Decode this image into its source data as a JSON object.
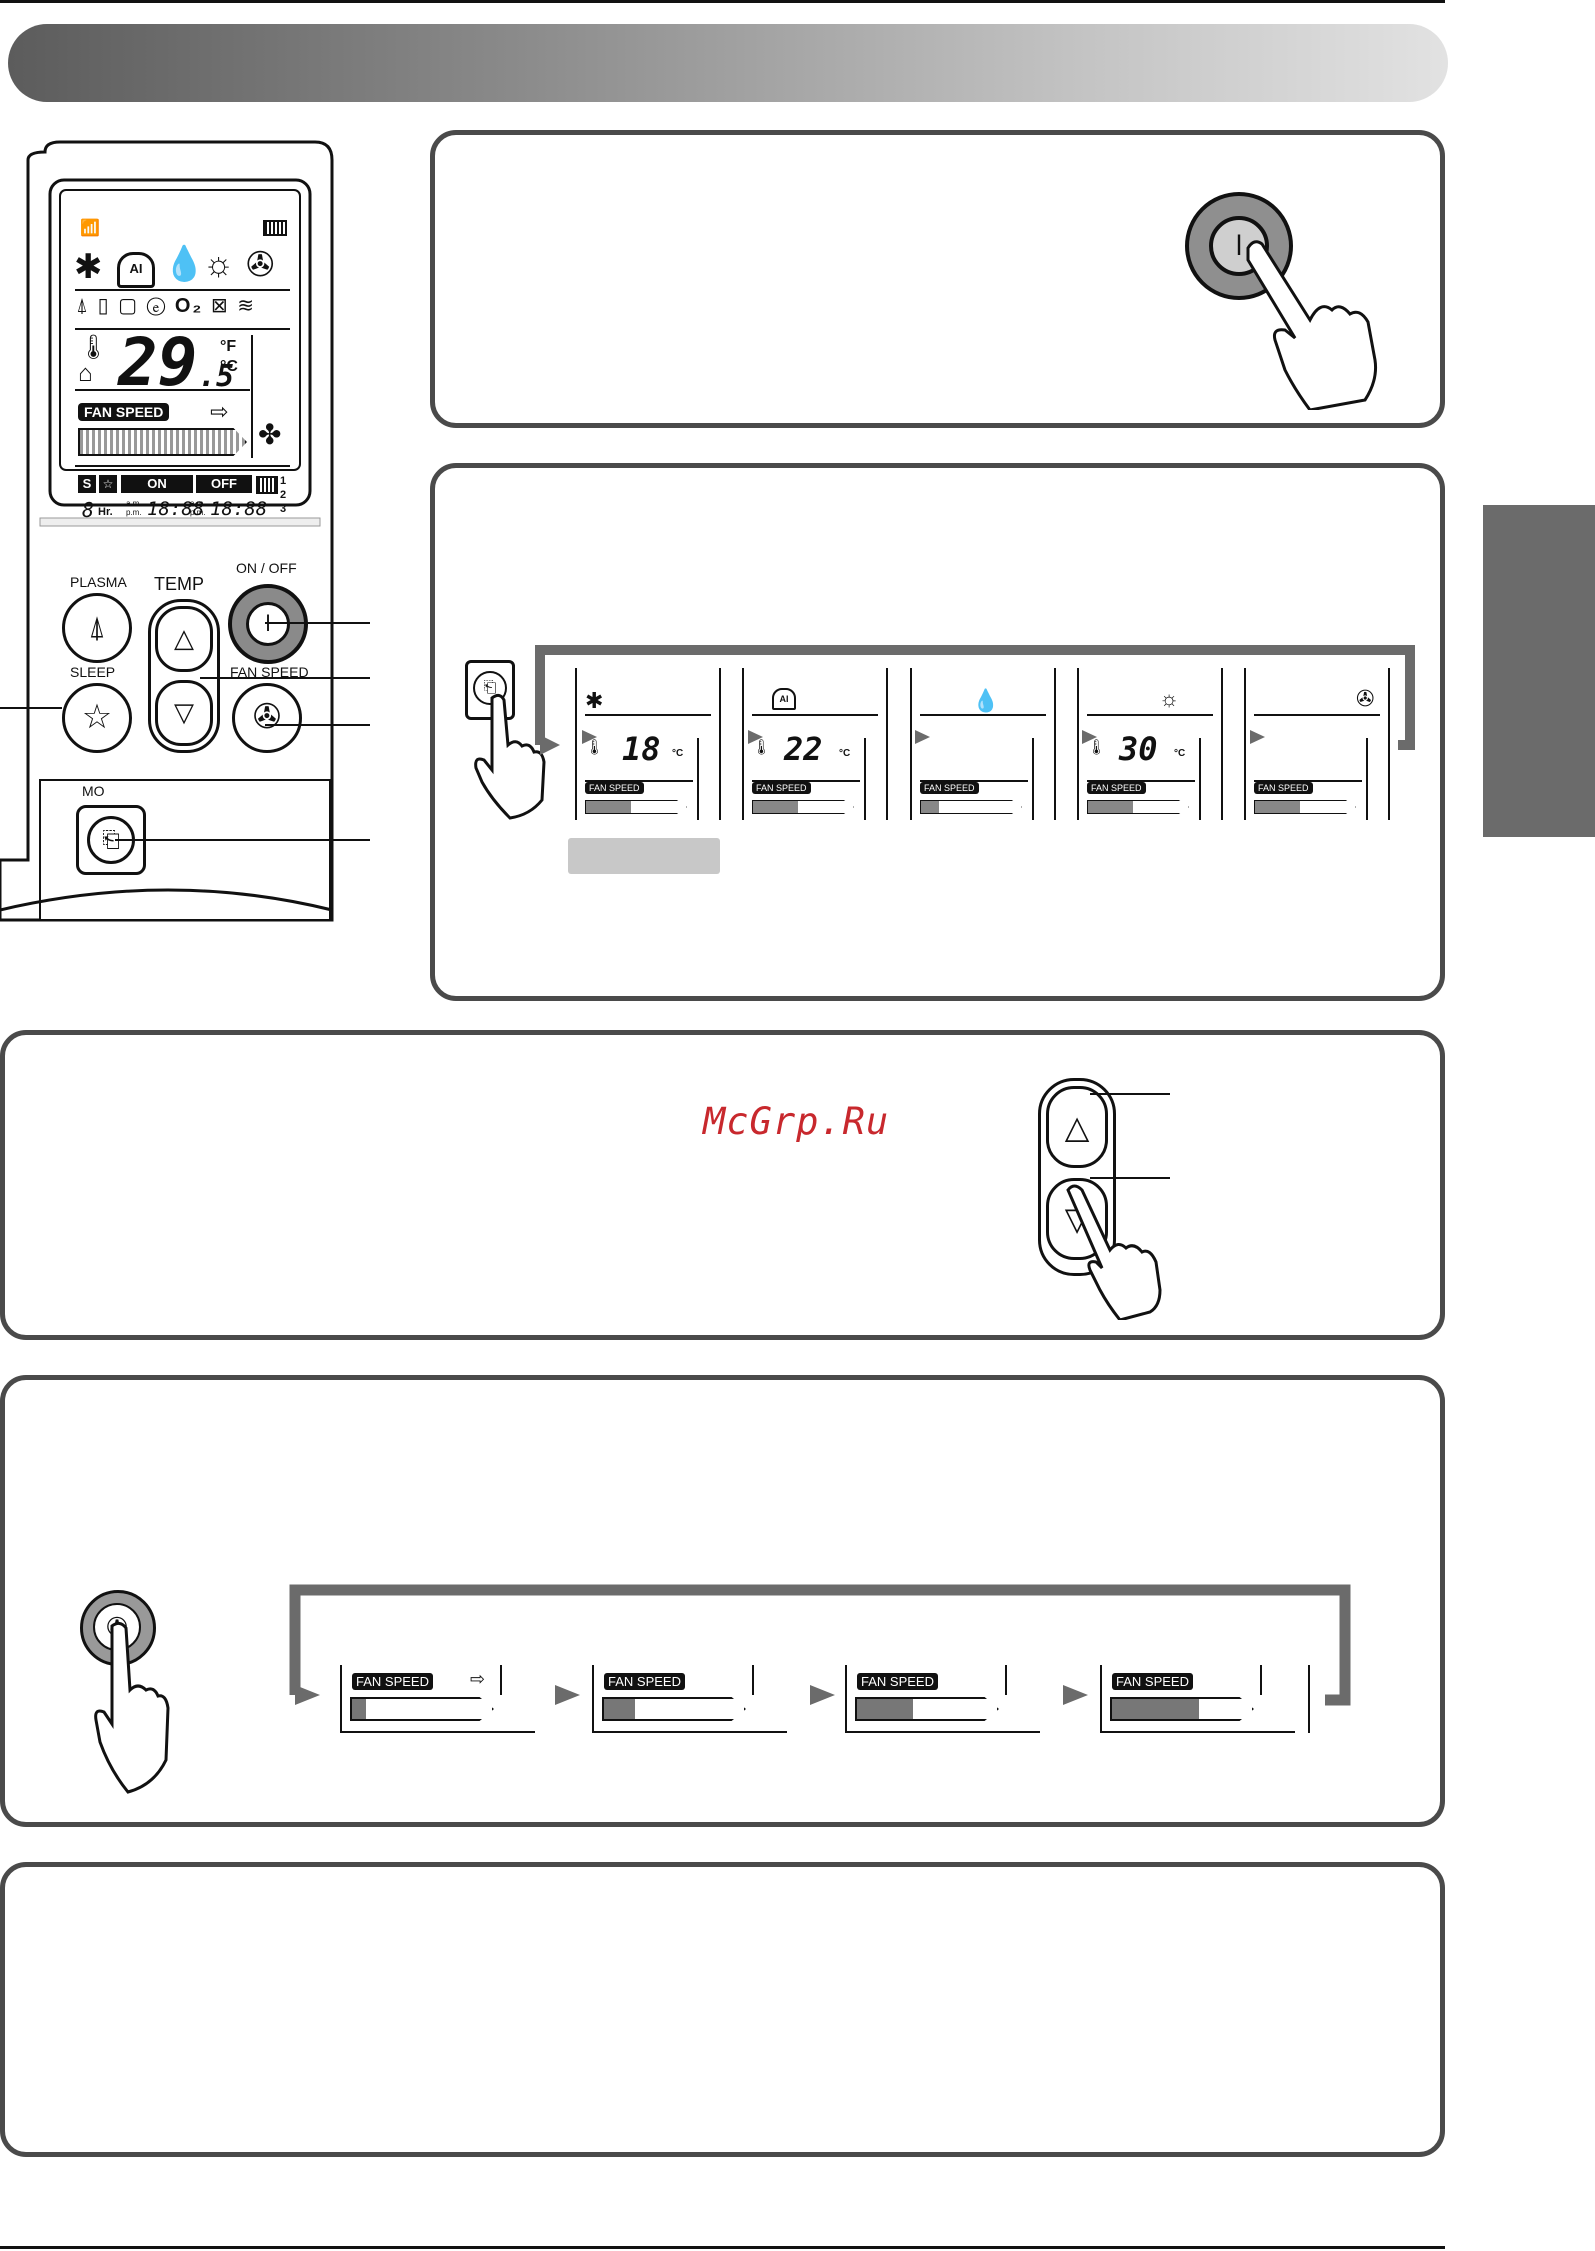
{
  "remote": {
    "lcd_fan_speed": "FAN SPEED",
    "lcd_temp_big": "29",
    "lcd_temp_small": ".5",
    "lcd_f": "°F",
    "lcd_c": "°C",
    "lcd_s": "S",
    "lcd_on": "ON",
    "lcd_off": "OFF",
    "lcd_hr_num": "8",
    "lcd_hr": "Hr.",
    "lcd_am": "a.m.",
    "lcd_pm": "p.m.",
    "lcd_time1": "18:88",
    "lcd_time2": "18:88",
    "lcd_o2": "O₂",
    "lcd_rows": [
      "1",
      "2",
      "3"
    ],
    "plasma_label": "PLASMA",
    "temp_label": "TEMP",
    "onoff_label": "ON / OFF",
    "sleep_label": "SLEEP",
    "fanspeed_label": "FAN SPEED",
    "mode_label": "MO"
  },
  "mode_panel": {
    "screens": [
      {
        "icon": "snowflake-icon",
        "temp": "18"
      },
      {
        "icon": "ai-icon",
        "temp": "22"
      },
      {
        "icon": "drop-icon",
        "temp": ""
      },
      {
        "icon": "sun-icon",
        "temp": "30"
      },
      {
        "icon": "fan-icon",
        "temp": ""
      }
    ],
    "fan_speed": "FAN SPEED",
    "celsius": "°C"
  },
  "fan_panel": {
    "fan_speed": "FAN SPEED",
    "levels": [
      1,
      2,
      3,
      4
    ]
  },
  "watermark": "McGrp.Ru"
}
